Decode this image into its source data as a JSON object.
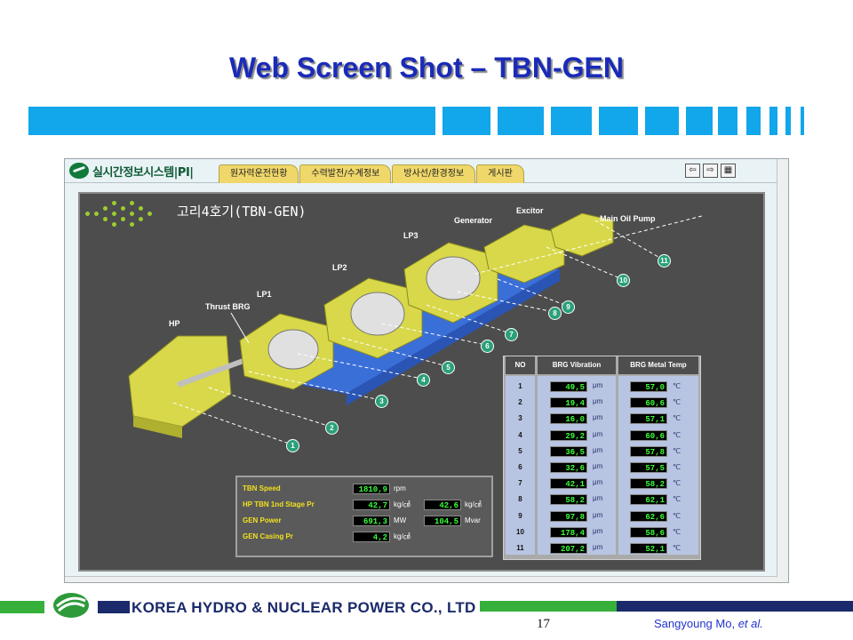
{
  "slide": {
    "title": "Web Screen Shot – TBN-GEN",
    "company": "KOREA HYDRO & NUCLEAR POWER CO., LTD",
    "page_number": "17",
    "author": "Sangyoung Mo,",
    "author_suffix": "et al."
  },
  "app": {
    "logo_text": "실시간정보시스템|PI|",
    "tabs": [
      "원자력운전현황",
      "수력발전/수계정보",
      "방사선/환경정보",
      "게시판"
    ],
    "tool_buttons": [
      {
        "name": "back-icon",
        "glyph": "⇦"
      },
      {
        "name": "forward-icon",
        "glyph": "⇨"
      },
      {
        "name": "chart-icon",
        "glyph": "▦"
      }
    ],
    "panel_title": "고리4호기(TBN-GEN)",
    "component_labels": {
      "hp": "HP",
      "thrust_brg": "Thrust BRG",
      "lp1": "LP1",
      "lp2": "LP2",
      "lp3": "LP3",
      "generator": "Generator",
      "excitor": "Excitor",
      "main_oil_pump": "Main Oil Pump"
    },
    "status": {
      "tbn_speed": {
        "label": "TBN Speed",
        "value": "1810,9",
        "unit": "rpm"
      },
      "hp_pressure": {
        "label": "HP TBN 1nd Stage Pr",
        "value1": "42,7",
        "unit1": "kg/㎠",
        "value2": "42,6",
        "unit2": "kg/㎠"
      },
      "gen_power": {
        "label": "GEN Power",
        "value1": "691,3",
        "unit1": "MW",
        "value2": "104,5",
        "unit2": "Mvar"
      },
      "gen_casing": {
        "label": "GEN Casing Pr",
        "value": "4,2",
        "unit": "kg/㎠"
      }
    },
    "bearing_table": {
      "headers": [
        "NO",
        "BRG Vibration",
        "BRG Metal Temp"
      ],
      "vib_unit": "μm",
      "temp_unit": "℃",
      "rows": [
        {
          "no": "1",
          "vib": "49,5",
          "temp": "57,0"
        },
        {
          "no": "2",
          "vib": "19,4",
          "temp": "60,6"
        },
        {
          "no": "3",
          "vib": "16,0",
          "temp": "57,1"
        },
        {
          "no": "4",
          "vib": "29,2",
          "temp": "60,6"
        },
        {
          "no": "5",
          "vib": "36,5",
          "temp": "57,8"
        },
        {
          "no": "6",
          "vib": "32,6",
          "temp": "57,5"
        },
        {
          "no": "7",
          "vib": "42,1",
          "temp": "58,2"
        },
        {
          "no": "8",
          "vib": "58,2",
          "temp": "62,1"
        },
        {
          "no": "9",
          "vib": "97,8",
          "temp": "62,6"
        },
        {
          "no": "10",
          "vib": "178,4",
          "temp": "58,6"
        },
        {
          "no": "11",
          "vib": "207,2",
          "temp": "52,1"
        }
      ]
    },
    "bearing_markers": [
      "1",
      "2",
      "3",
      "4",
      "5",
      "6",
      "7",
      "8",
      "9",
      "10",
      "11"
    ]
  },
  "colors": {
    "title": "#1a2bb8",
    "stripe": "#12a6ea",
    "panel_bg": "#4d4d4d",
    "value_text": "#39ff39",
    "machine_yellow": "#d8d84a",
    "base_blue": "#3a6fd8",
    "marker_green": "#2aa07a"
  }
}
